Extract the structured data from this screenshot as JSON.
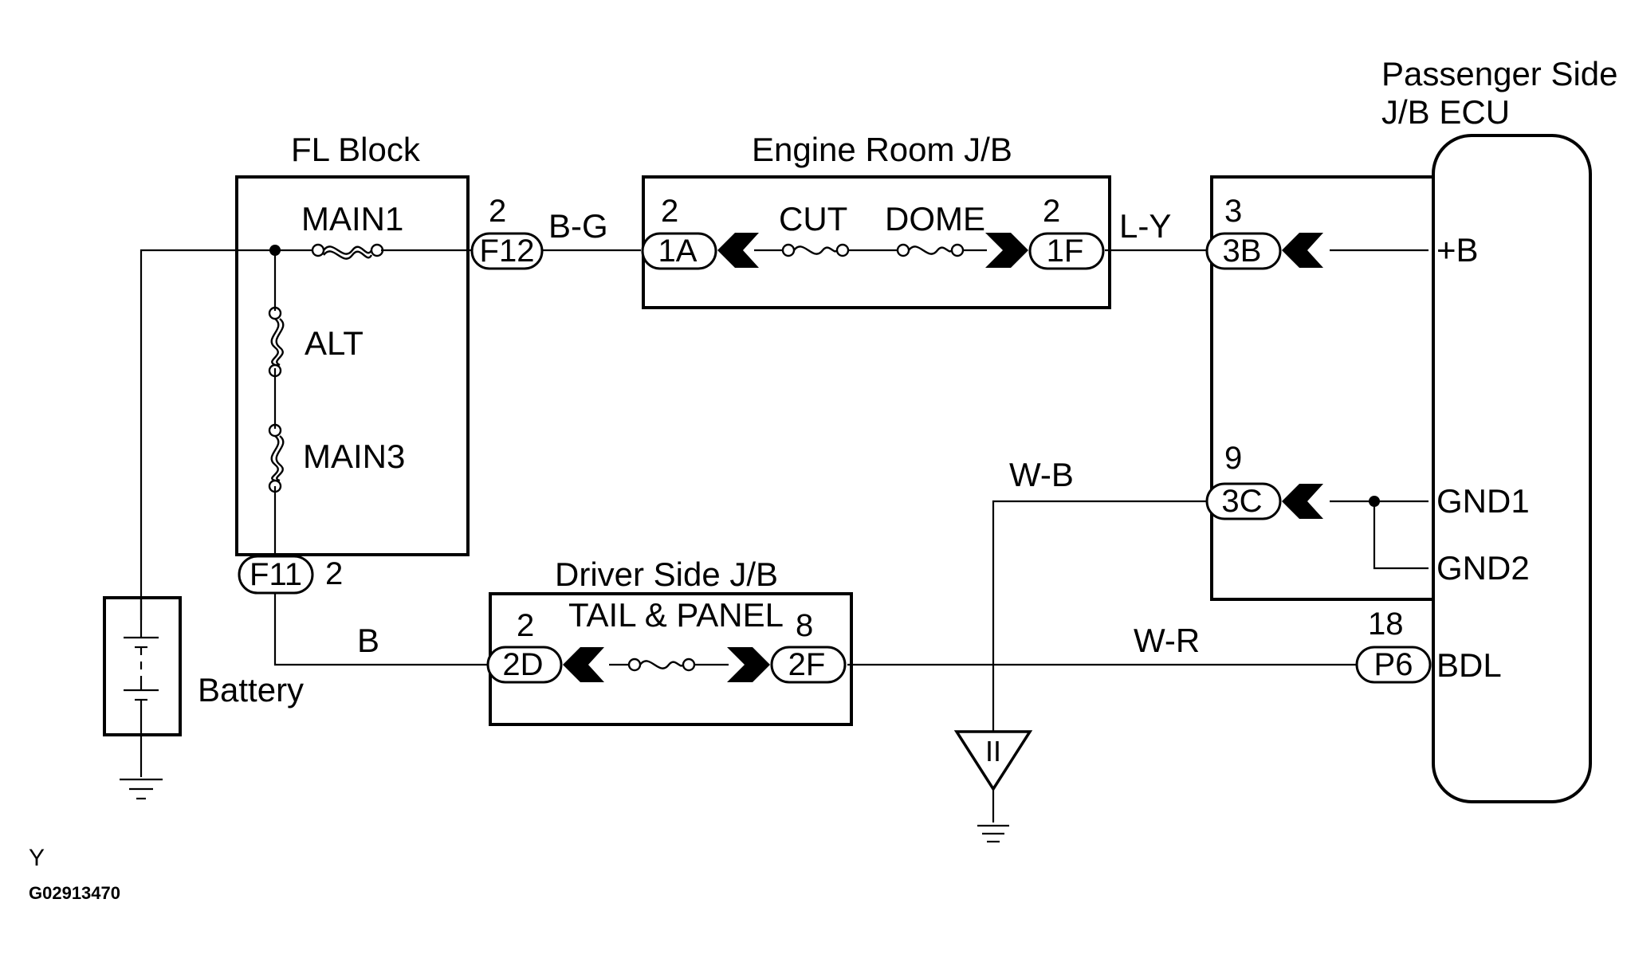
{
  "components": {
    "fl_block": {
      "title": "FL Block",
      "fuses": {
        "main1": "MAIN1",
        "alt": "ALT",
        "main3": "MAIN3"
      }
    },
    "engine_room_jb": {
      "title": "Engine Room J/B",
      "fuses": {
        "cut": "CUT",
        "dome": "DOME"
      }
    },
    "driver_side_jb": {
      "title": "Driver Side J/B",
      "fuse": "TAIL & PANEL"
    },
    "passenger_side_jb_ecu": {
      "title_line1": "Passenger Side",
      "title_line2": "J/B ECU",
      "terminals": {
        "plus_b": "+B",
        "gnd1": "GND1",
        "gnd2": "GND2",
        "bdl": "BDL"
      }
    },
    "battery": {
      "label": "Battery"
    }
  },
  "connectors": {
    "f12": {
      "id": "F12",
      "pin": "2"
    },
    "f11": {
      "id": "F11",
      "pin": "2"
    },
    "1a": {
      "id": "1A",
      "pin": "2"
    },
    "1f": {
      "id": "1F",
      "pin": "2"
    },
    "3b": {
      "id": "3B",
      "pin": "3"
    },
    "3c": {
      "id": "3C",
      "pin": "9"
    },
    "2d": {
      "id": "2D",
      "pin": "2"
    },
    "2f": {
      "id": "2F",
      "pin": "8"
    },
    "p6": {
      "id": "P6",
      "pin": "18"
    }
  },
  "wires": {
    "bg": "B-G",
    "ly": "L-Y",
    "wb": "W-B",
    "b": "B",
    "wr": "W-R"
  },
  "ground_point": {
    "label": "II"
  },
  "footer": {
    "code": "Y",
    "figure_id": "G02913470"
  }
}
